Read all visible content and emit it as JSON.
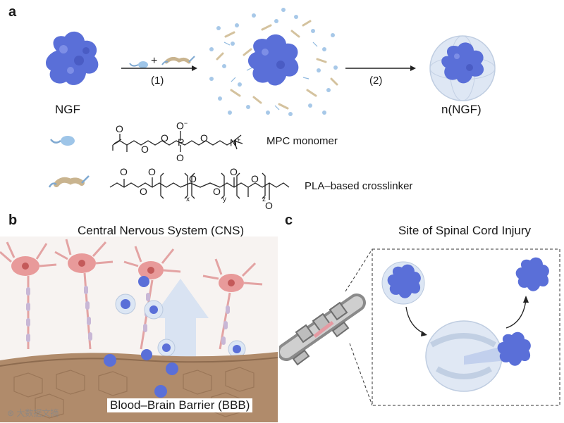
{
  "panels": {
    "a": {
      "letter": "a",
      "protein_label": "NGF",
      "step1": "(1)",
      "plus": "+",
      "step2": "(2)",
      "product_label": "n(NGF)",
      "mpc_label": "MPC monomer",
      "crosslinker_label": "PLA–based crosslinker",
      "chem": {
        "o": "O",
        "o_minus": "O",
        "minus": "−",
        "p": "P",
        "n_plus": "N",
        "plus": "+",
        "x": "x",
        "y": "y",
        "z": "z"
      }
    },
    "b": {
      "letter": "b",
      "title": "Central Nervous System (CNS)",
      "barrier_label": "Blood–Brain Barrier (BBB)"
    },
    "c": {
      "letter": "c",
      "title": "Site of Spinal Cord Injury"
    }
  },
  "watermark": "大数据文摘",
  "colors": {
    "protein": "#5a6fd8",
    "capsule": "#c9d6ec",
    "neuron": "#e89a9a",
    "tissue": "#b08b6b"
  }
}
